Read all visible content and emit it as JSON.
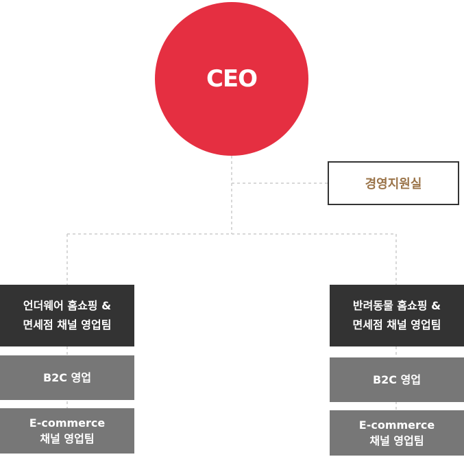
{
  "ceo": {
    "label": "CEO"
  },
  "support": {
    "label": "경영지원실"
  },
  "left_branch": {
    "team_line1": "언더웨어 홈쇼핑 &",
    "team_line2": "면세점 채널 영업팀",
    "sub1": "B2C 영업",
    "sub2_line1": "E-commerce",
    "sub2_line2": "채널 영업팀"
  },
  "right_branch": {
    "team_line1": "반려동물 홈쇼핑 &",
    "team_line2": "면세점 채널 영업팀",
    "sub1": "B2C 영업",
    "sub2_line1": "E-commerce",
    "sub2_line2": "채널 영업팀"
  },
  "colors": {
    "ceo": "#e52f41",
    "team_box": "#333333",
    "sub_box": "#777777",
    "support_text": "#9a7348",
    "connector": "#cccccc"
  }
}
